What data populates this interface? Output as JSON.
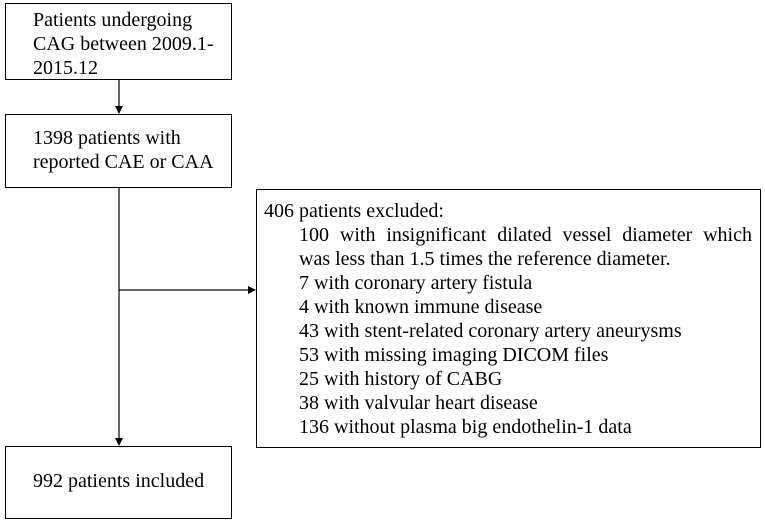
{
  "boxes": {
    "start": {
      "lines": [
        "Patients undergoing",
        "CAG between 2009.1-",
        "2015.12"
      ]
    },
    "reported": {
      "lines": [
        "1398 patients with",
        "reported CAE or CAA"
      ]
    },
    "excluded": {
      "heading": "406 patients excluded:",
      "items": [
        "100 with insignificant dilated vessel diameter which was less than 1.5 times the reference diameter.",
        "7 with coronary artery fistula",
        "4 with known immune disease",
        "43 with stent-related coronary artery aneurysms",
        "53 with missing imaging DICOM files",
        "25 with history of CABG",
        "38 with valvular heart disease",
        "136 without plasma big endothelin-1 data"
      ]
    },
    "included": {
      "label": "992 patients included"
    }
  }
}
